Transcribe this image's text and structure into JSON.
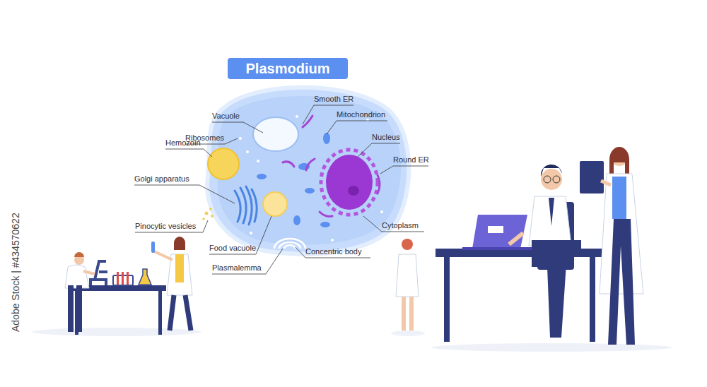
{
  "diagram": {
    "title": "Plasmodium",
    "labels": [
      "Vacuole",
      "Smooth ER",
      "Mitochondrion",
      "Nucleus",
      "Round ER",
      "Ribosomes",
      "Hemozoin",
      "Golgi apparatus",
      "Pinocytic vesicles",
      "Food vacuole",
      "Concentric body",
      "Plasmalemma",
      "Cytoplasm",
      "Adobe Stock | #434570622"
    ]
  }
}
